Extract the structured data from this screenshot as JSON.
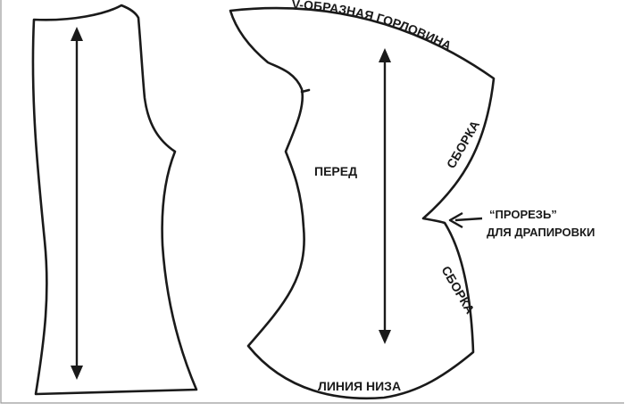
{
  "labels": {
    "neckline": "V-ОБРАЗНАЯ ГОРЛОВИНА",
    "front": "ПЕРЕД",
    "gather_top": "СБОРКА",
    "gather_bottom": "СБОРКА",
    "slit_line1": "“ПРОРЕЗЬ”",
    "slit_line2": "ДЛЯ ДРАПИРОВКИ",
    "hemline": "ЛИНИЯ НИЗА"
  },
  "colors": {
    "stroke": "#1a1a1a",
    "frame": "#9a9a9a",
    "background": "#ffffff"
  }
}
